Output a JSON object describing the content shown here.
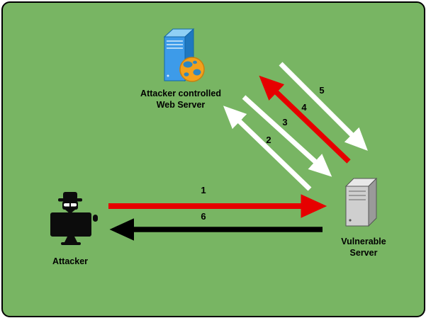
{
  "colors": {
    "panel_green": "#78b563",
    "panel_border": "#000000",
    "arrow_red": "#e60000",
    "arrow_white": "#ffffff",
    "arrow_black": "#000000",
    "text": "#000000",
    "web_server_blue": "#3d9be9",
    "globe_orange": "#f3a11c",
    "vulnerable_server_gray": "#cfcfcf"
  },
  "nodes": {
    "web_server": {
      "label_line1": "Attacker controlled",
      "label_line2": "Web Server"
    },
    "attacker": {
      "label": "Attacker"
    },
    "vulnerable_server": {
      "label_line1": "Vulnerable",
      "label_line2": "Server"
    }
  },
  "arrows": [
    {
      "label": "1",
      "color": "#e60000",
      "from": "attacker",
      "to": "vulnerable_server"
    },
    {
      "label": "2",
      "color": "#ffffff",
      "from": "vulnerable_server",
      "to": "web_server"
    },
    {
      "label": "3",
      "color": "#ffffff",
      "from": "web_server",
      "to": "vulnerable_server"
    },
    {
      "label": "4",
      "color": "#e60000",
      "from": "vulnerable_server",
      "to": "web_server"
    },
    {
      "label": "5",
      "color": "#ffffff",
      "from": "web_server",
      "to": "vulnerable_server"
    },
    {
      "label": "6",
      "color": "#000000",
      "from": "vulnerable_server",
      "to": "attacker"
    }
  ]
}
